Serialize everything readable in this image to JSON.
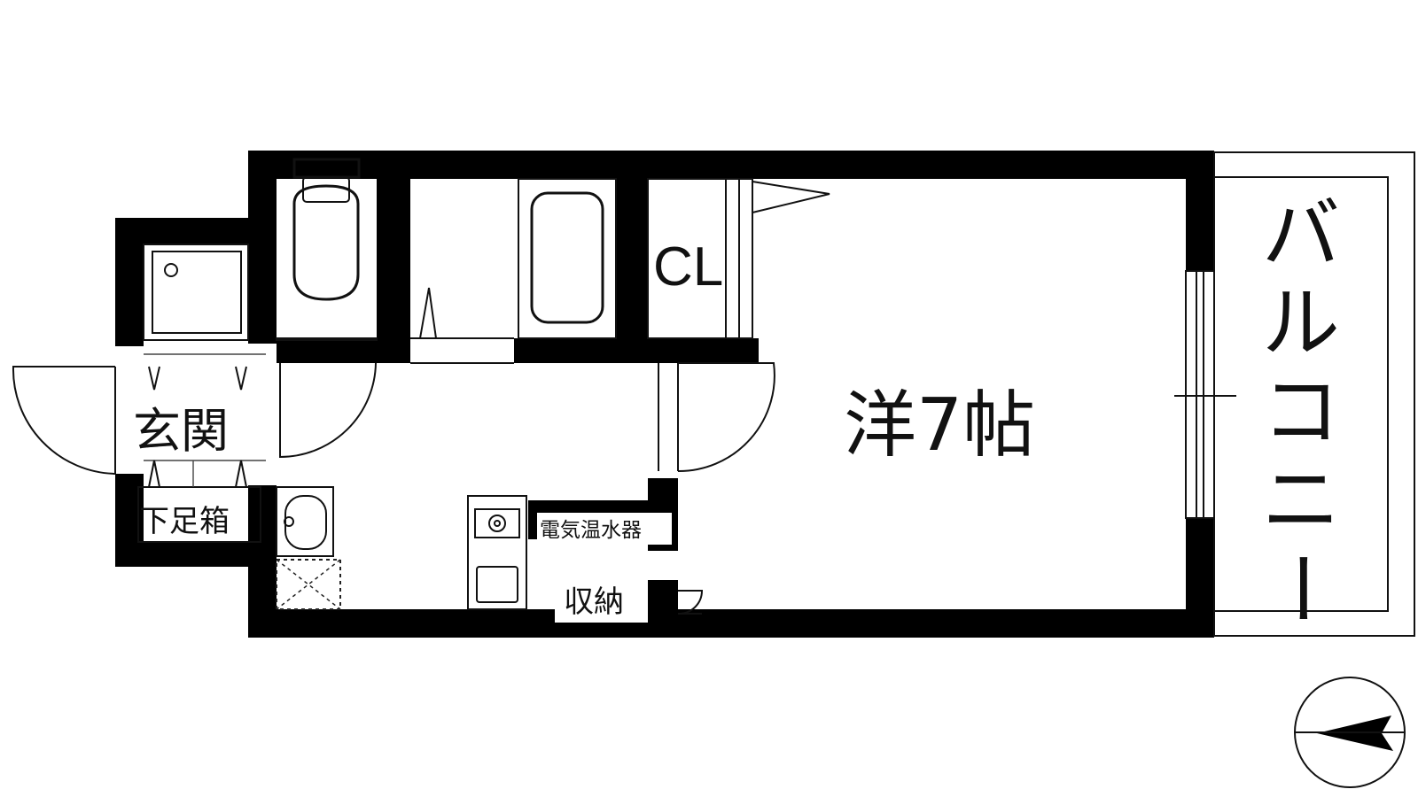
{
  "rooms": {
    "western_room": "洋7帖",
    "closet": "CL",
    "entrance": "玄関",
    "shoe_box": "下足箱",
    "water_heater": "電気温水器",
    "storage": "収納",
    "balcony": "バルコニー"
  },
  "icons": {
    "compass": "north-arrow-icon",
    "toilet": "toilet-icon",
    "bathtub": "bathtub-icon",
    "sink": "wash-basin-icon",
    "stove": "stove-icon",
    "shower": "shower-pan-icon",
    "washer": "washer-pan-icon"
  },
  "colors": {
    "wall": "#000000",
    "line": "#111111",
    "background": "#ffffff"
  }
}
